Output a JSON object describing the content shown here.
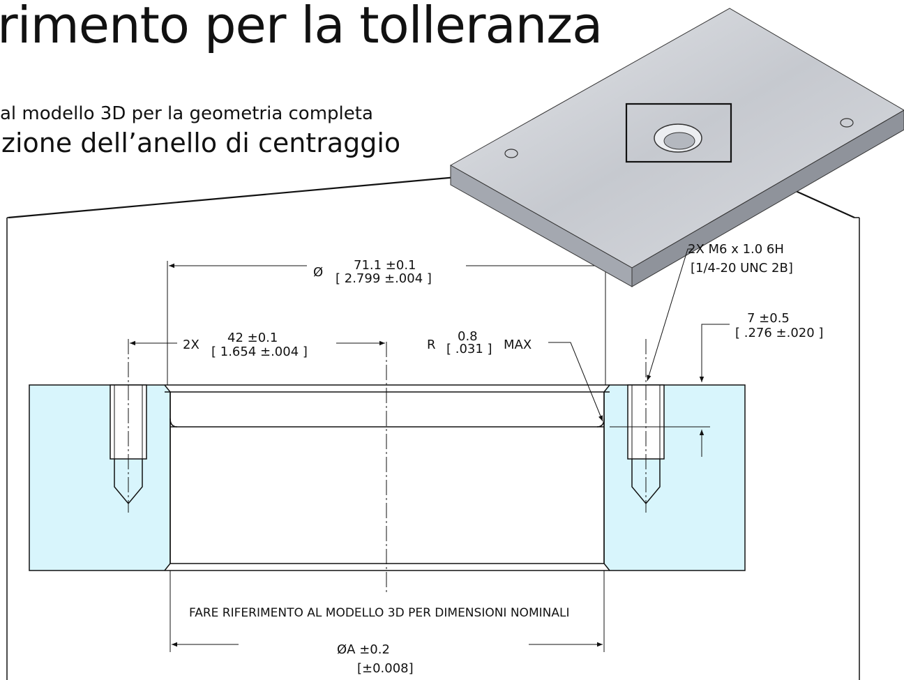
{
  "header": {
    "title": "rimento per la tolleranza",
    "subtitle_1": "al modello 3D per la geometria completa",
    "subtitle_2": "zione dell’anello di centraggio"
  },
  "dimensions": {
    "outer_diameter": {
      "symbol": "Ø",
      "metric": "71.1  ±0.1",
      "imperial": "[ 2.799  ±.004  ]"
    },
    "hole_spacing": {
      "count": "2X",
      "metric": "42  ±0.1",
      "imperial": "[ 1.654  ±.004  ]"
    },
    "radius": {
      "prefix": "R",
      "metric": "0.8",
      "imperial": "[ .031  ]",
      "suffix": "MAX"
    },
    "thread": {
      "line_1": "2X M6 x 1.0 6H",
      "line_2": "[1/4-20 UNC 2B]"
    },
    "depth": {
      "metric": "7  ±0.5",
      "imperial": "[ .276  ±.020  ]"
    },
    "bore": {
      "metric": "ØA   ±0.2",
      "imperial": "[±0.008]"
    }
  },
  "notes": {
    "nominal": "FARE RIFERIMENTO AL MODELLO 3D PER DIMENSIONI NOMINALI"
  },
  "colors": {
    "section_fill": "#d8f5fc",
    "plate_top": "#c9ccd3",
    "plate_edge": "#9ea2aa",
    "ink": "#111111"
  }
}
